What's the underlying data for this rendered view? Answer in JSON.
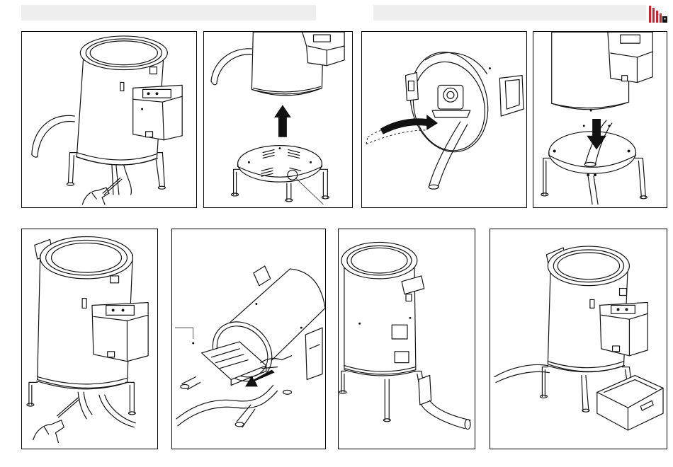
{
  "document": {
    "type": "assembly-instructions",
    "header_bars": 2,
    "brand_colors": {
      "logo": "#d3202d",
      "line_art": "#111111",
      "header_bar": "#eeeeee"
    },
    "steps": [
      {
        "id": 1,
        "icon": "unscrew-base-screws-illustration"
      },
      {
        "id": 2,
        "icon": "lift-drum-off-base-illustration"
      },
      {
        "id": 3,
        "icon": "feed-hose-through-opening-illustration"
      },
      {
        "id": 4,
        "icon": "lower-drum-onto-base-illustration"
      },
      {
        "id": 5,
        "icon": "fasten-base-screws-illustration"
      },
      {
        "id": 6,
        "icon": "tilted-unit-hose-connection-illustration"
      },
      {
        "id": 7,
        "icon": "rear-view-hose-outlet-illustration"
      },
      {
        "id": 8,
        "icon": "assembled-unit-with-tray-illustration"
      }
    ]
  }
}
